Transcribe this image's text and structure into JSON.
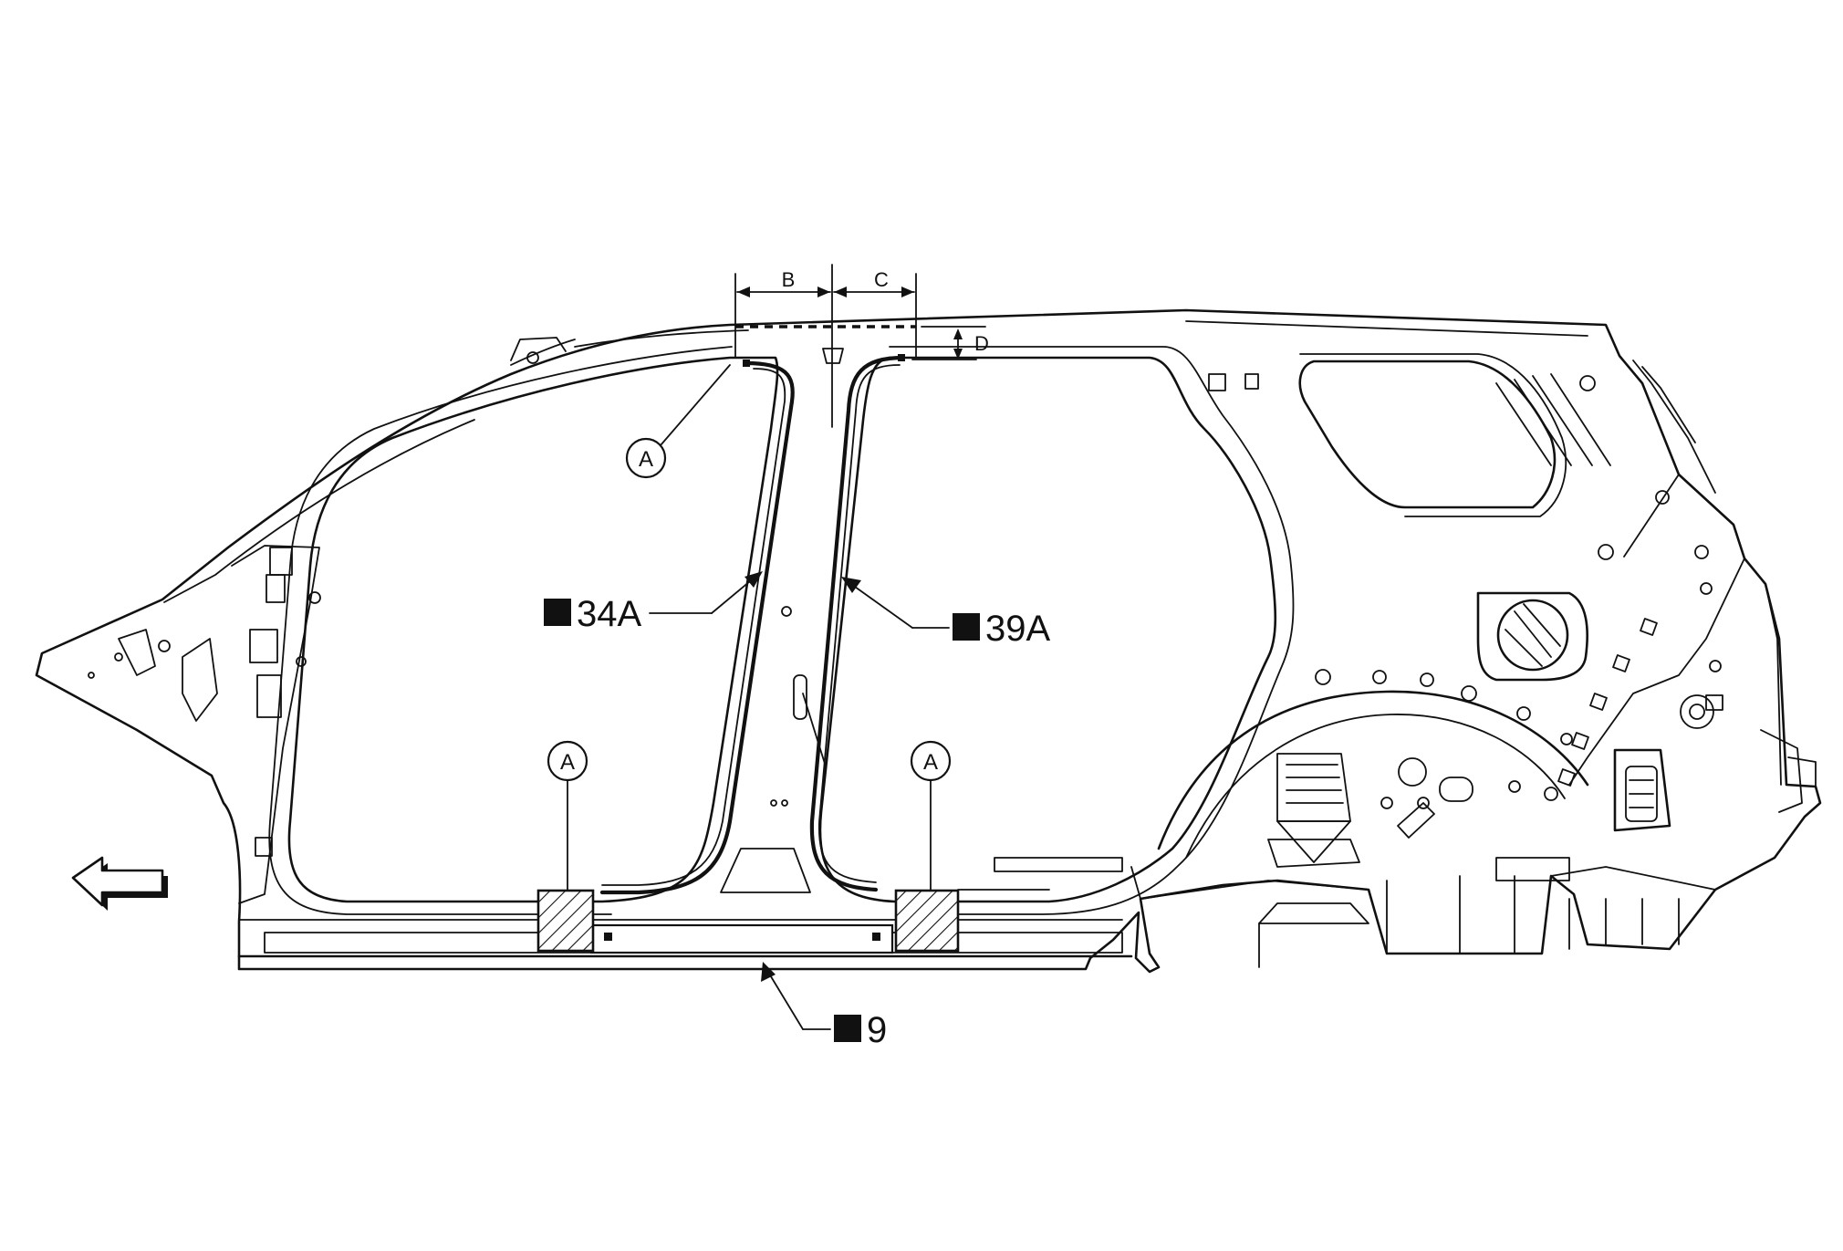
{
  "callouts": {
    "part_34a": "34A",
    "part_39a": "39A",
    "part_9": "9"
  },
  "dimensions": {
    "b": "B",
    "c": "C",
    "d": "D"
  },
  "markers": {
    "a_top": "A",
    "a_left": "A",
    "a_right": "A"
  }
}
